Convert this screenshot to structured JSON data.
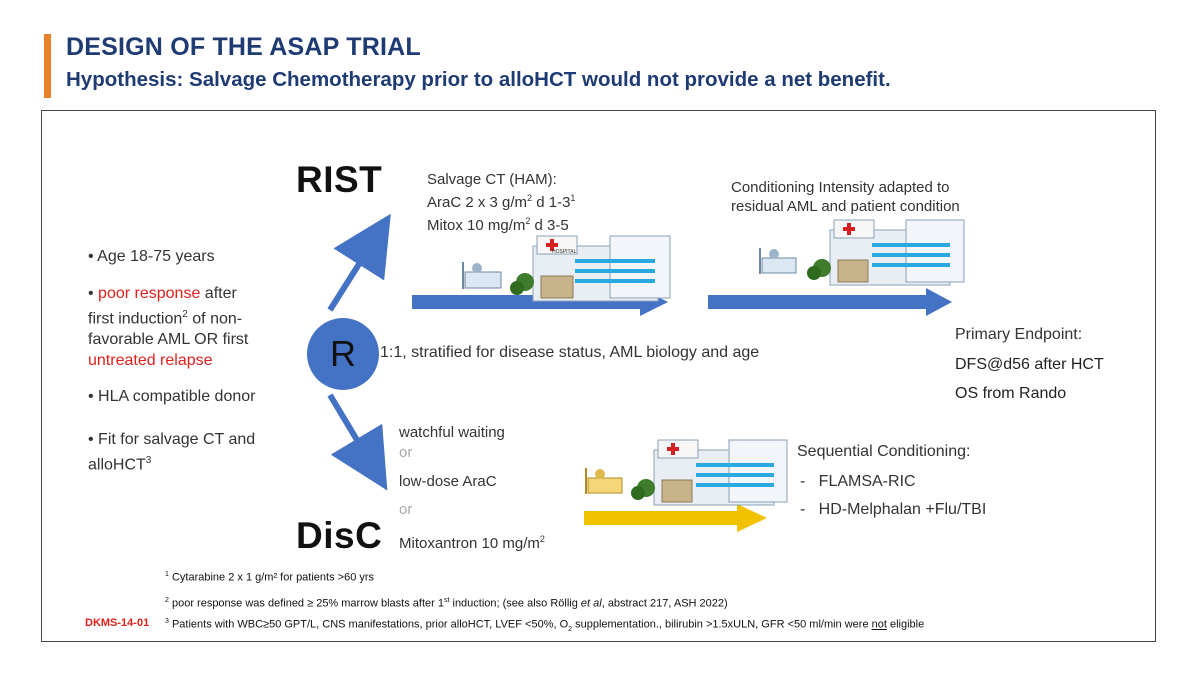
{
  "header": {
    "title": "DESIGN OF THE ASAP TRIAL",
    "subtitle": "Hypothesis: Salvage Chemotherapy prior to alloHCT would not provide a net benefit."
  },
  "criteria": {
    "age": "• Age 18-75 years",
    "poor_prefix": "• ",
    "poor_red": "poor response",
    "poor_rest1": " after",
    "poor_line2": "first induction",
    "poor_sup": "2",
    "poor_line2b": " of non-",
    "poor_line3": "favorable AML OR first",
    "poor_line4_red": "untreated relapse",
    "hla": "• HLA compatible donor",
    "fit_line1": "• Fit for salvage CT and",
    "fit_line2": "alloHCT",
    "fit_sup": "3"
  },
  "randomization": {
    "symbol": "R",
    "description": "1:1, stratified for disease status, AML biology and age"
  },
  "rist": {
    "label": "RIST",
    "salvage_title": "Salvage CT (HAM):",
    "salvage_line1": "AraC 2 x 3 g/m",
    "salvage_line1_sup": "2",
    "salvage_line1_end": " d 1-3",
    "salvage_line1_sup2": "1",
    "salvage_line2": "Mitox 10 mg/m",
    "salvage_line2_sup": "2",
    "salvage_line2_end": " d 3-5",
    "conditioning_line1": "Conditioning Intensity adapted to",
    "conditioning_line2": "residual AML and patient condition"
  },
  "endpoint": {
    "title": "Primary Endpoint:",
    "line1": "DFS@d56 after HCT",
    "line2": "OS from Rando"
  },
  "disc": {
    "label": "DisC",
    "option1": "watchful waiting",
    "or1": "or",
    "option2": "low-dose AraC",
    "or2": "or",
    "option3": "Mitoxantron 10 mg/m",
    "option3_sup": "2",
    "seq_title": "Sequential Conditioning:",
    "seq_item1": "-   FLAMSA-RIC",
    "seq_item2": "-   HD-Melphalan +Flu/TBI"
  },
  "hospital_sign": "HOSPITAL",
  "footnotes": {
    "fn1_sup": "1",
    "fn1": " Cytarabine 2 x 1 g/m² for patients >60 yrs",
    "fn2_sup": "2",
    "fn2a": " poor response was defined ≥ 25% marrow blasts after 1",
    "fn2_st": "st",
    "fn2b": " induction; (see also Röllig ",
    "fn2_italic": "et al",
    "fn2c": ", abstract 217, ASH 2022)",
    "code": "DKMS-14-01",
    "fn3_sup": "3",
    "fn3a": " Patients with WBC≥50 GPT/L, CNS manifestations, prior alloHCT, LVEF <50%, O",
    "fn3_sub": "2",
    "fn3b": " supplementation., bilirubin >1.5xULN, GFR <50 ml/min were ",
    "fn3_not": "not",
    "fn3c": " eligible"
  },
  "colors": {
    "accent": "#e8822a",
    "title": "#1f3b73",
    "arrow_blue": "#4472c4",
    "arrow_gold": "#f2c200",
    "red": "#e0201b"
  }
}
